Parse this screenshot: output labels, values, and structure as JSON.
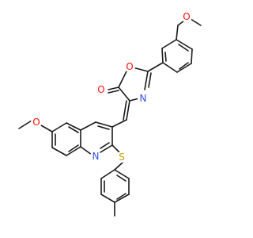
{
  "molecule": {
    "atoms": [
      {
        "id": "o_methoxy_top",
        "label": "O",
        "color": "#ff0d0d"
      },
      {
        "id": "o_ring",
        "label": "O",
        "color": "#ff0d0d"
      },
      {
        "id": "o_carbonyl",
        "label": "O",
        "color": "#ff0d0d"
      },
      {
        "id": "n_oxazole",
        "label": "N",
        "color": "#3050f8"
      },
      {
        "id": "o_methoxy_quinoline",
        "label": "O",
        "color": "#ff0d0d"
      },
      {
        "id": "n_quinoline",
        "label": "N",
        "color": "#3050f8"
      },
      {
        "id": "s_thioether",
        "label": "S",
        "color": "#c8a000"
      }
    ]
  }
}
